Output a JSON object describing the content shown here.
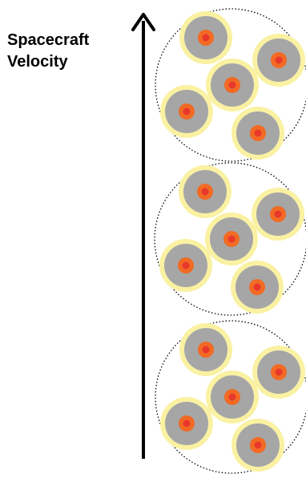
{
  "label": {
    "line1": "Spacecraft",
    "line2": "Velocity"
  },
  "colors": {
    "arrow": "#000000",
    "cluster_outline": "#000000",
    "particle_halo": "#FAF1A2",
    "particle_body": "#A6A6A6",
    "particle_ring": "#F26A24",
    "particle_core": "#E8382B"
  },
  "icons": {
    "arrow": "upward-arrow-icon",
    "cluster": "dotted-circle-cluster",
    "particle": "layered-particle-icon"
  },
  "clusters": [
    {
      "name": "top",
      "particle_count": 5
    },
    {
      "name": "middle",
      "particle_count": 5
    },
    {
      "name": "bottom",
      "particle_count": 5
    }
  ]
}
